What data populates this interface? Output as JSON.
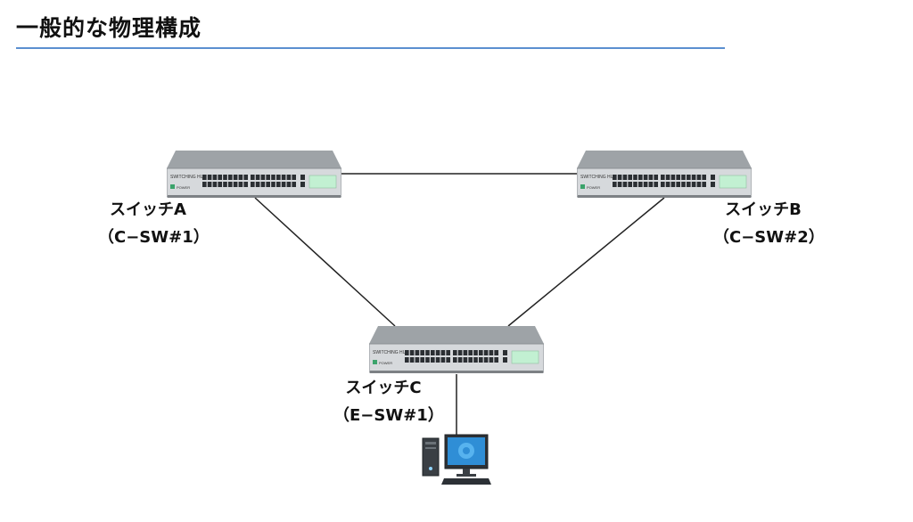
{
  "page": {
    "title": "一般的な物理構成"
  },
  "switches": [
    {
      "id": "A",
      "name": "スイッチA",
      "code": "（C−SW#1）",
      "panel_label": "SWITCHING HUB",
      "power_label": "POWER"
    },
    {
      "id": "B",
      "name": "スイッチB",
      "code": "（C−SW#2）",
      "panel_label": "SWITCHING HUB",
      "power_label": "POWER"
    },
    {
      "id": "C",
      "name": "スイッチC",
      "code": "（E−SW#1）",
      "panel_label": "SWITCHING HUB",
      "power_label": "POWER"
    }
  ],
  "links": [
    {
      "from": "スイッチA",
      "to": "スイッチB"
    },
    {
      "from": "スイッチA",
      "to": "スイッチC"
    },
    {
      "from": "スイッチB",
      "to": "スイッチC"
    },
    {
      "from": "スイッチC",
      "to": "PC"
    }
  ],
  "devices": {
    "pc_icon": "desktop-computer-icon"
  },
  "colors": {
    "title_rule": "#5b8fd0",
    "switch_body": "#cfd3d6",
    "port": "#2b2f33",
    "link": "#222222"
  }
}
